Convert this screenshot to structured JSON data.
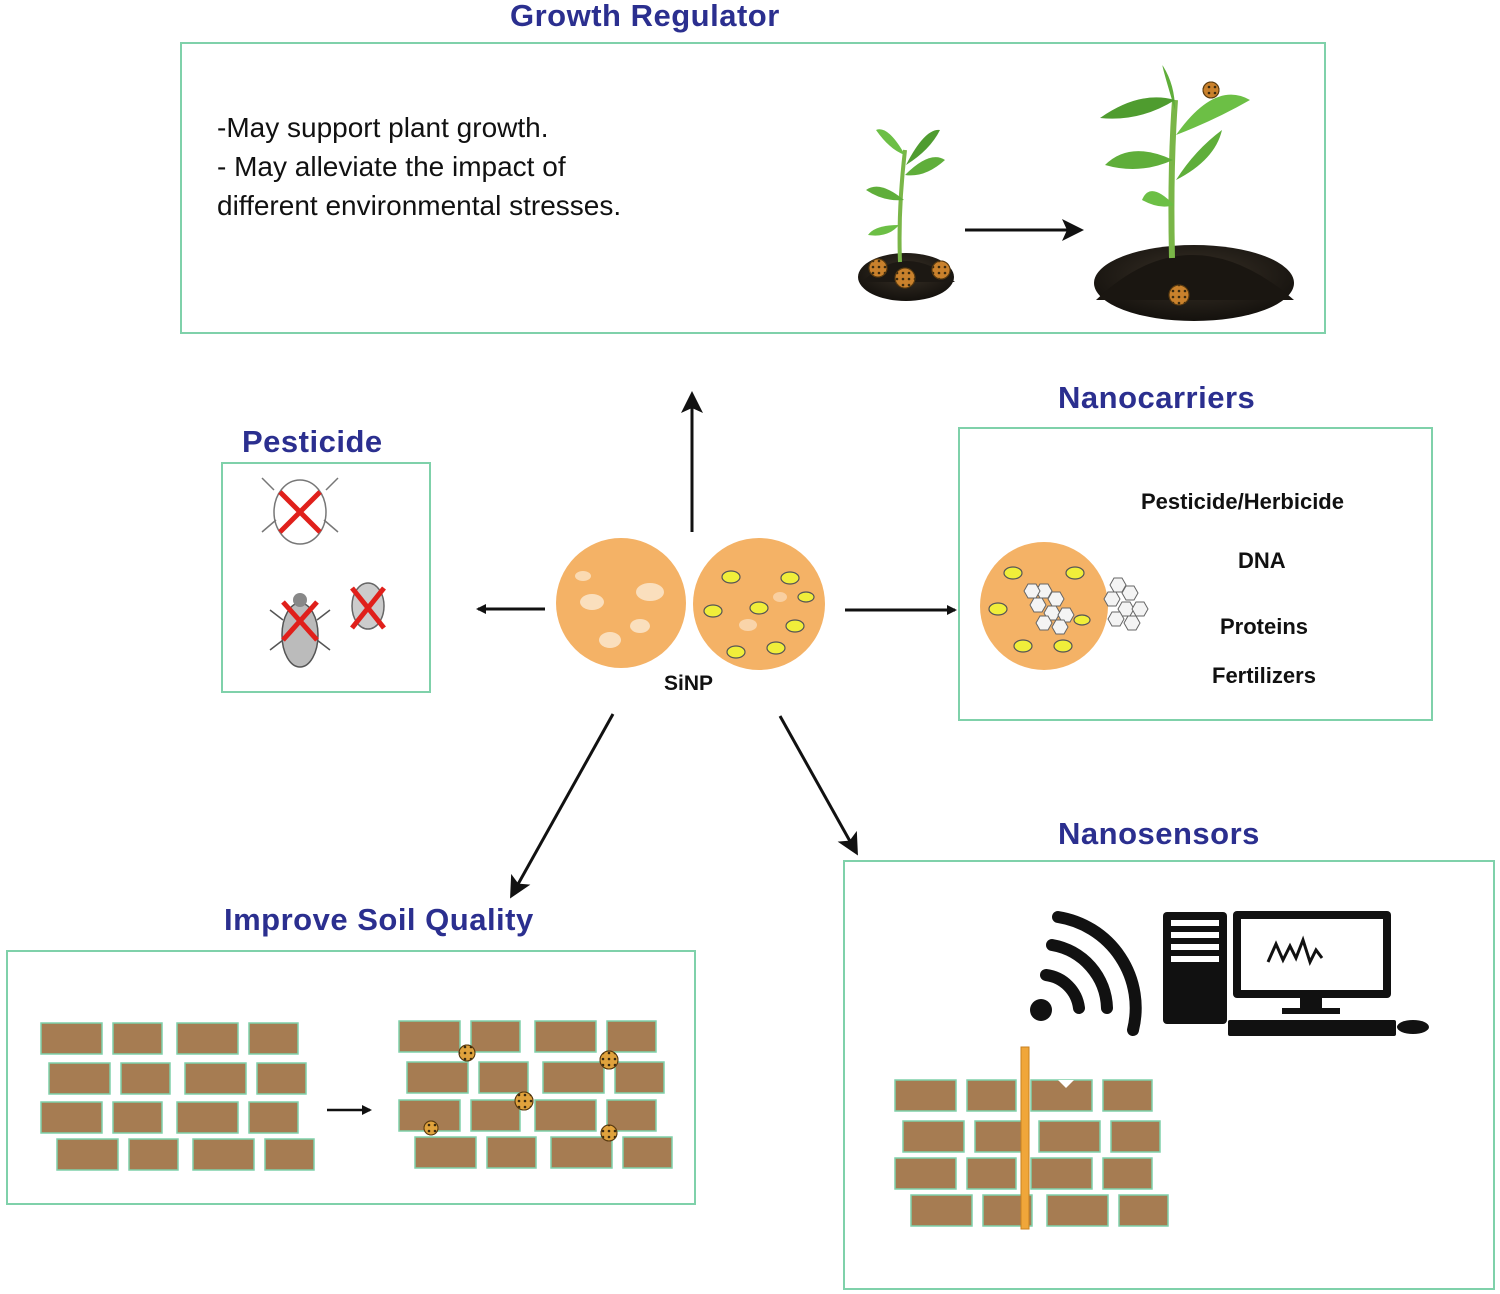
{
  "growth_regulator": {
    "title": "Growth Regulator",
    "lines": [
      "-May support plant growth.",
      "- May alleviate the impact of",
      "different environmental stresses."
    ]
  },
  "pesticide": {
    "title": "Pesticide"
  },
  "nanocarriers": {
    "title": "Nanocarriers",
    "items": [
      "Pesticide/Herbicide",
      "DNA",
      "Proteins",
      "Fertilizers"
    ]
  },
  "center": {
    "label": "SiNP"
  },
  "soil": {
    "title": "Improve Soil Quality"
  },
  "nanosensors": {
    "title": "Nanosensors"
  },
  "colors": {
    "title": "#2b2f8f",
    "panel_border": "#7fd1aa",
    "particle": "#f4b266",
    "brick": "#a67c52",
    "inclusion": "#e8e83a",
    "cross": "#e0201b"
  }
}
